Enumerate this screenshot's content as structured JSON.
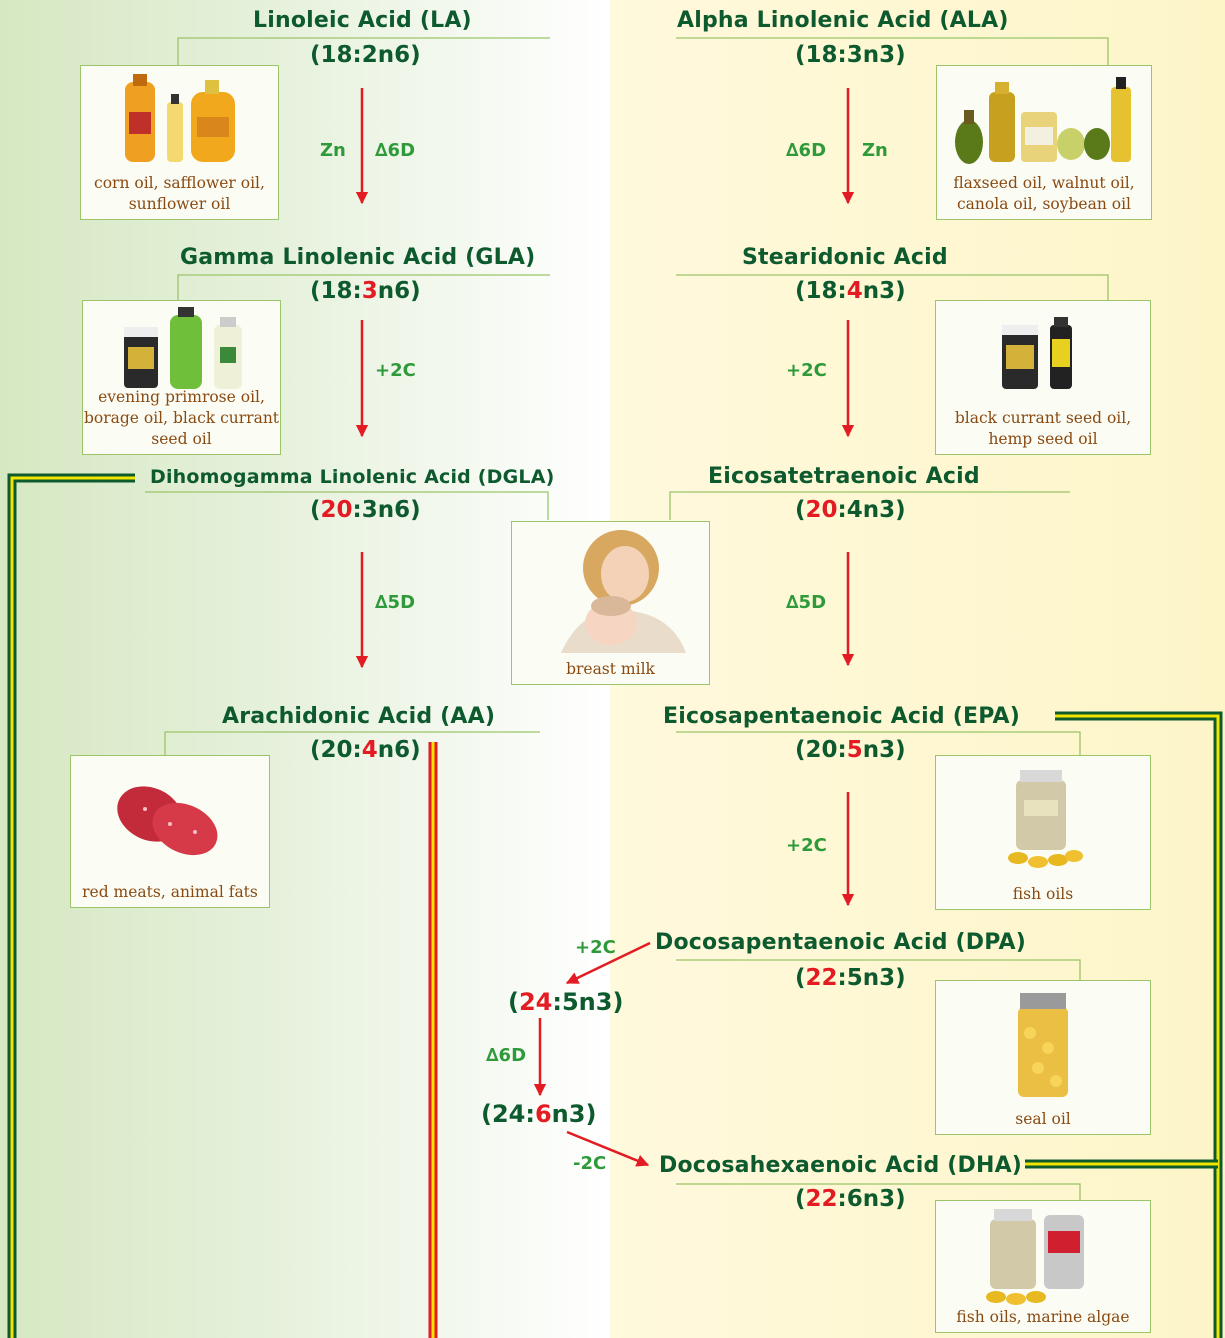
{
  "nodes": {
    "la": {
      "title": "Linoleic Acid (LA)",
      "f1": "(18:",
      "f2": "2",
      "f3": "n6)"
    },
    "gla": {
      "title": "Gamma Linolenic Acid (GLA)",
      "f1": "(18:",
      "f2": "3",
      "f3": "n6)"
    },
    "dgla": {
      "title": "Dihomogamma Linolenic Acid (DGLA)",
      "f1": "(",
      "f2": "20",
      "f3": ":3n6)"
    },
    "aa": {
      "title": "Arachidonic Acid (AA)",
      "f1": "(20:",
      "f2": "4",
      "f3": "n6)"
    },
    "ala": {
      "title": "Alpha Linolenic Acid (ALA)",
      "f1": "(18:",
      "f2": "3",
      "f3": "n3)"
    },
    "sda": {
      "title": "Stearidonic Acid",
      "f1": "(18:",
      "f2": "4",
      "f3": "n3)"
    },
    "eta": {
      "title": "Eicosatetraenoic Acid",
      "f1": "(",
      "f2": "20",
      "f3": ":4n3)"
    },
    "epa": {
      "title": "Eicosapentaenoic Acid (EPA)",
      "f1": "(20:",
      "f2": "5",
      "f3": "n3)"
    },
    "dpa": {
      "title": "Docosapentaenoic Acid (DPA)",
      "f1": "(",
      "f2": "22",
      "f3": ":5n3)"
    },
    "dha": {
      "title": "Docosahexaenoic Acid (DHA)",
      "f1": "(",
      "f2": "22",
      "f3": ":6n3)"
    },
    "c24_5": {
      "f1": "(",
      "f2": "24",
      "f3": ":5n3)"
    },
    "c24_6": {
      "f1": "(24:",
      "f2": "6",
      "f3": "n3)"
    }
  },
  "steps": {
    "la_zn": "Zn",
    "la_d6d": "∆6D",
    "gla_2c": "+2C",
    "dgla_d5d": "∆5D",
    "ala_d6d": "∆6D",
    "ala_zn": "Zn",
    "sda_2c": "+2C",
    "eta_d5d": "∆5D",
    "epa_2c": "+2C",
    "dpa_2c": "+2C",
    "c24_d6d": "∆6D",
    "c24_minus2c": "-2C"
  },
  "sources": {
    "la": "corn oil, safflower oil, sunflower oil",
    "gla": "evening primrose oil, borage oil, black currant seed oil",
    "aa": "red meats, animal fats",
    "ala": "flaxseed oil, walnut oil, canola oil, soybean oil",
    "sda": "black currant seed oil, hemp seed oil",
    "milk": "breast milk",
    "epa": "fish oils",
    "dpa": "seal oil",
    "dha": "fish oils, marine algae"
  },
  "colors": {
    "title_green": "#0d5a2e",
    "step_green": "#2e9a3a",
    "arrow_red": "#e31b23",
    "caption_brown": "#8a4a12",
    "pathway_yellow": "#f2e600"
  }
}
